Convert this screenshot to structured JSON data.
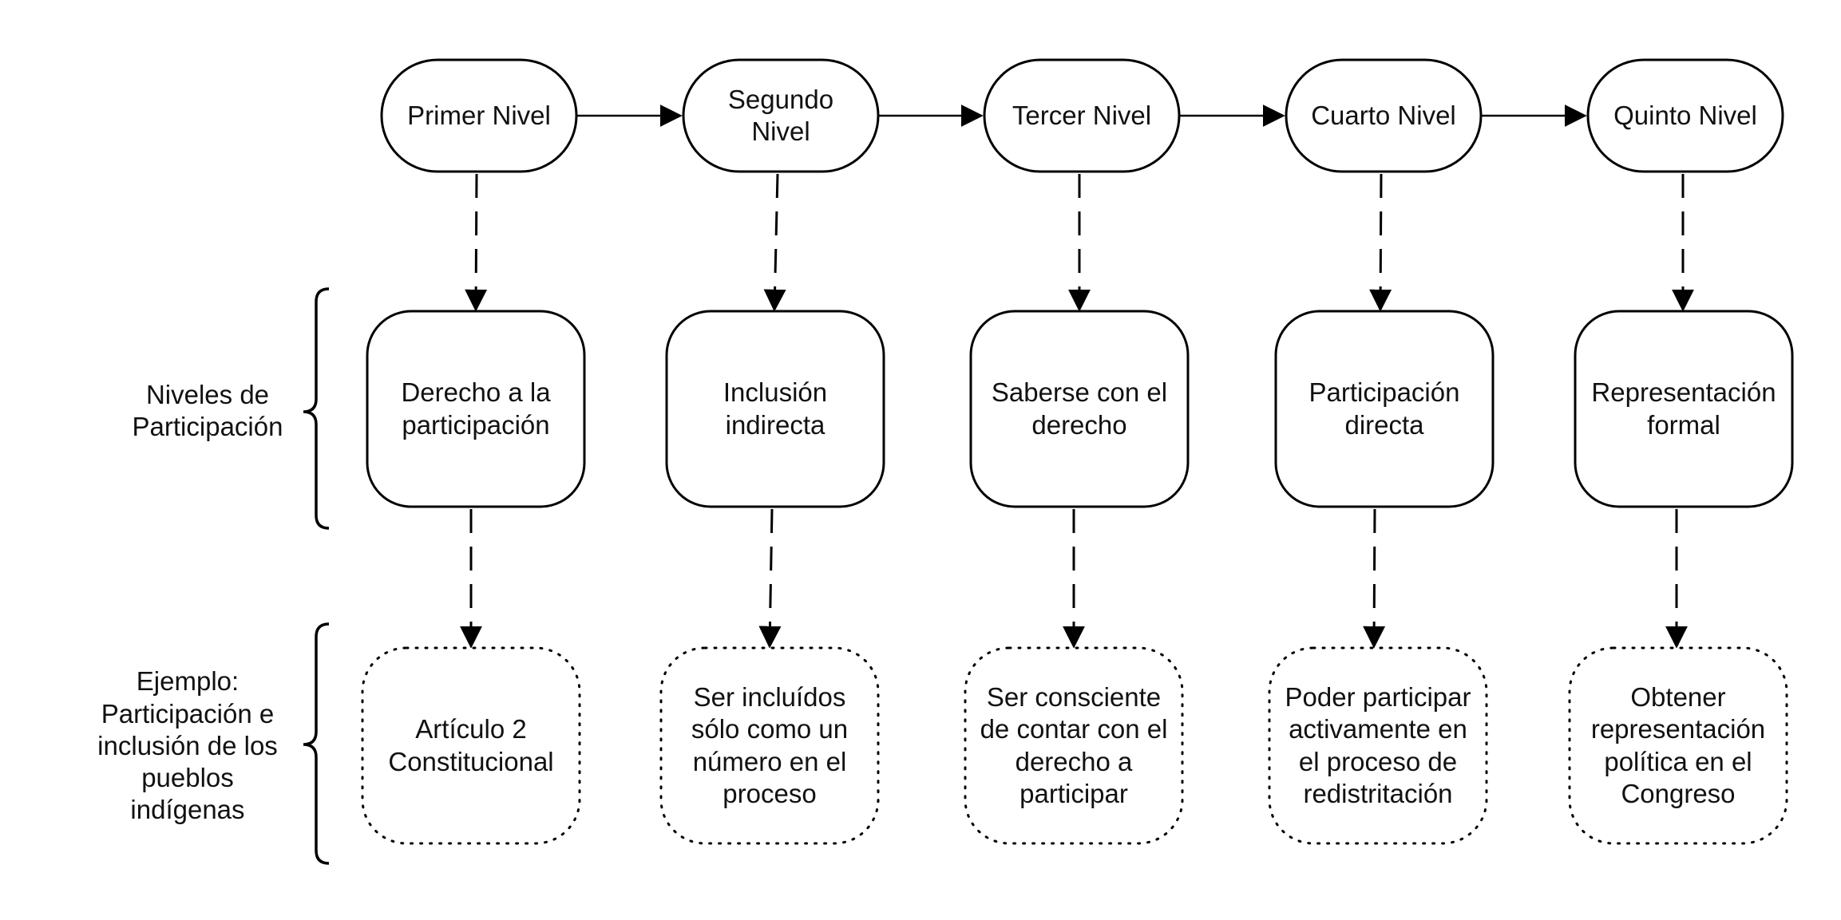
{
  "diagram": {
    "levels": [
      {
        "label": "Primer Nivel",
        "concept": "Derecho a la\nparticipación",
        "example": "Artículo 2\nConstitucional"
      },
      {
        "label": "Segundo\nNivel",
        "concept": "Inclusión\nindirecta",
        "example": "Ser incluídos\nsólo como un\nnúmero en el\nproceso"
      },
      {
        "label": "Tercer Nivel",
        "concept": "Saberse con el\nderecho",
        "example": "Ser consciente\nde contar con el\nderecho a\nparticipar"
      },
      {
        "label": "Cuarto Nivel",
        "concept": "Participación\ndirecta",
        "example": "Poder participar\nactivamente en\nel proceso de\nredistritación"
      },
      {
        "label": "Quinto Nivel",
        "concept": "Representación\nformal",
        "example": "Obtener\nrepresentación\npolítica en el\nCongreso"
      }
    ],
    "row_labels": {
      "concepts": "Niveles de\nParticipación",
      "examples": "Ejemplo:\nParticipación e\ninclusión de los\npueblos\nindígenas"
    },
    "colors": {
      "stroke": "#000000",
      "text": "#111111",
      "background": "#ffffff"
    }
  }
}
